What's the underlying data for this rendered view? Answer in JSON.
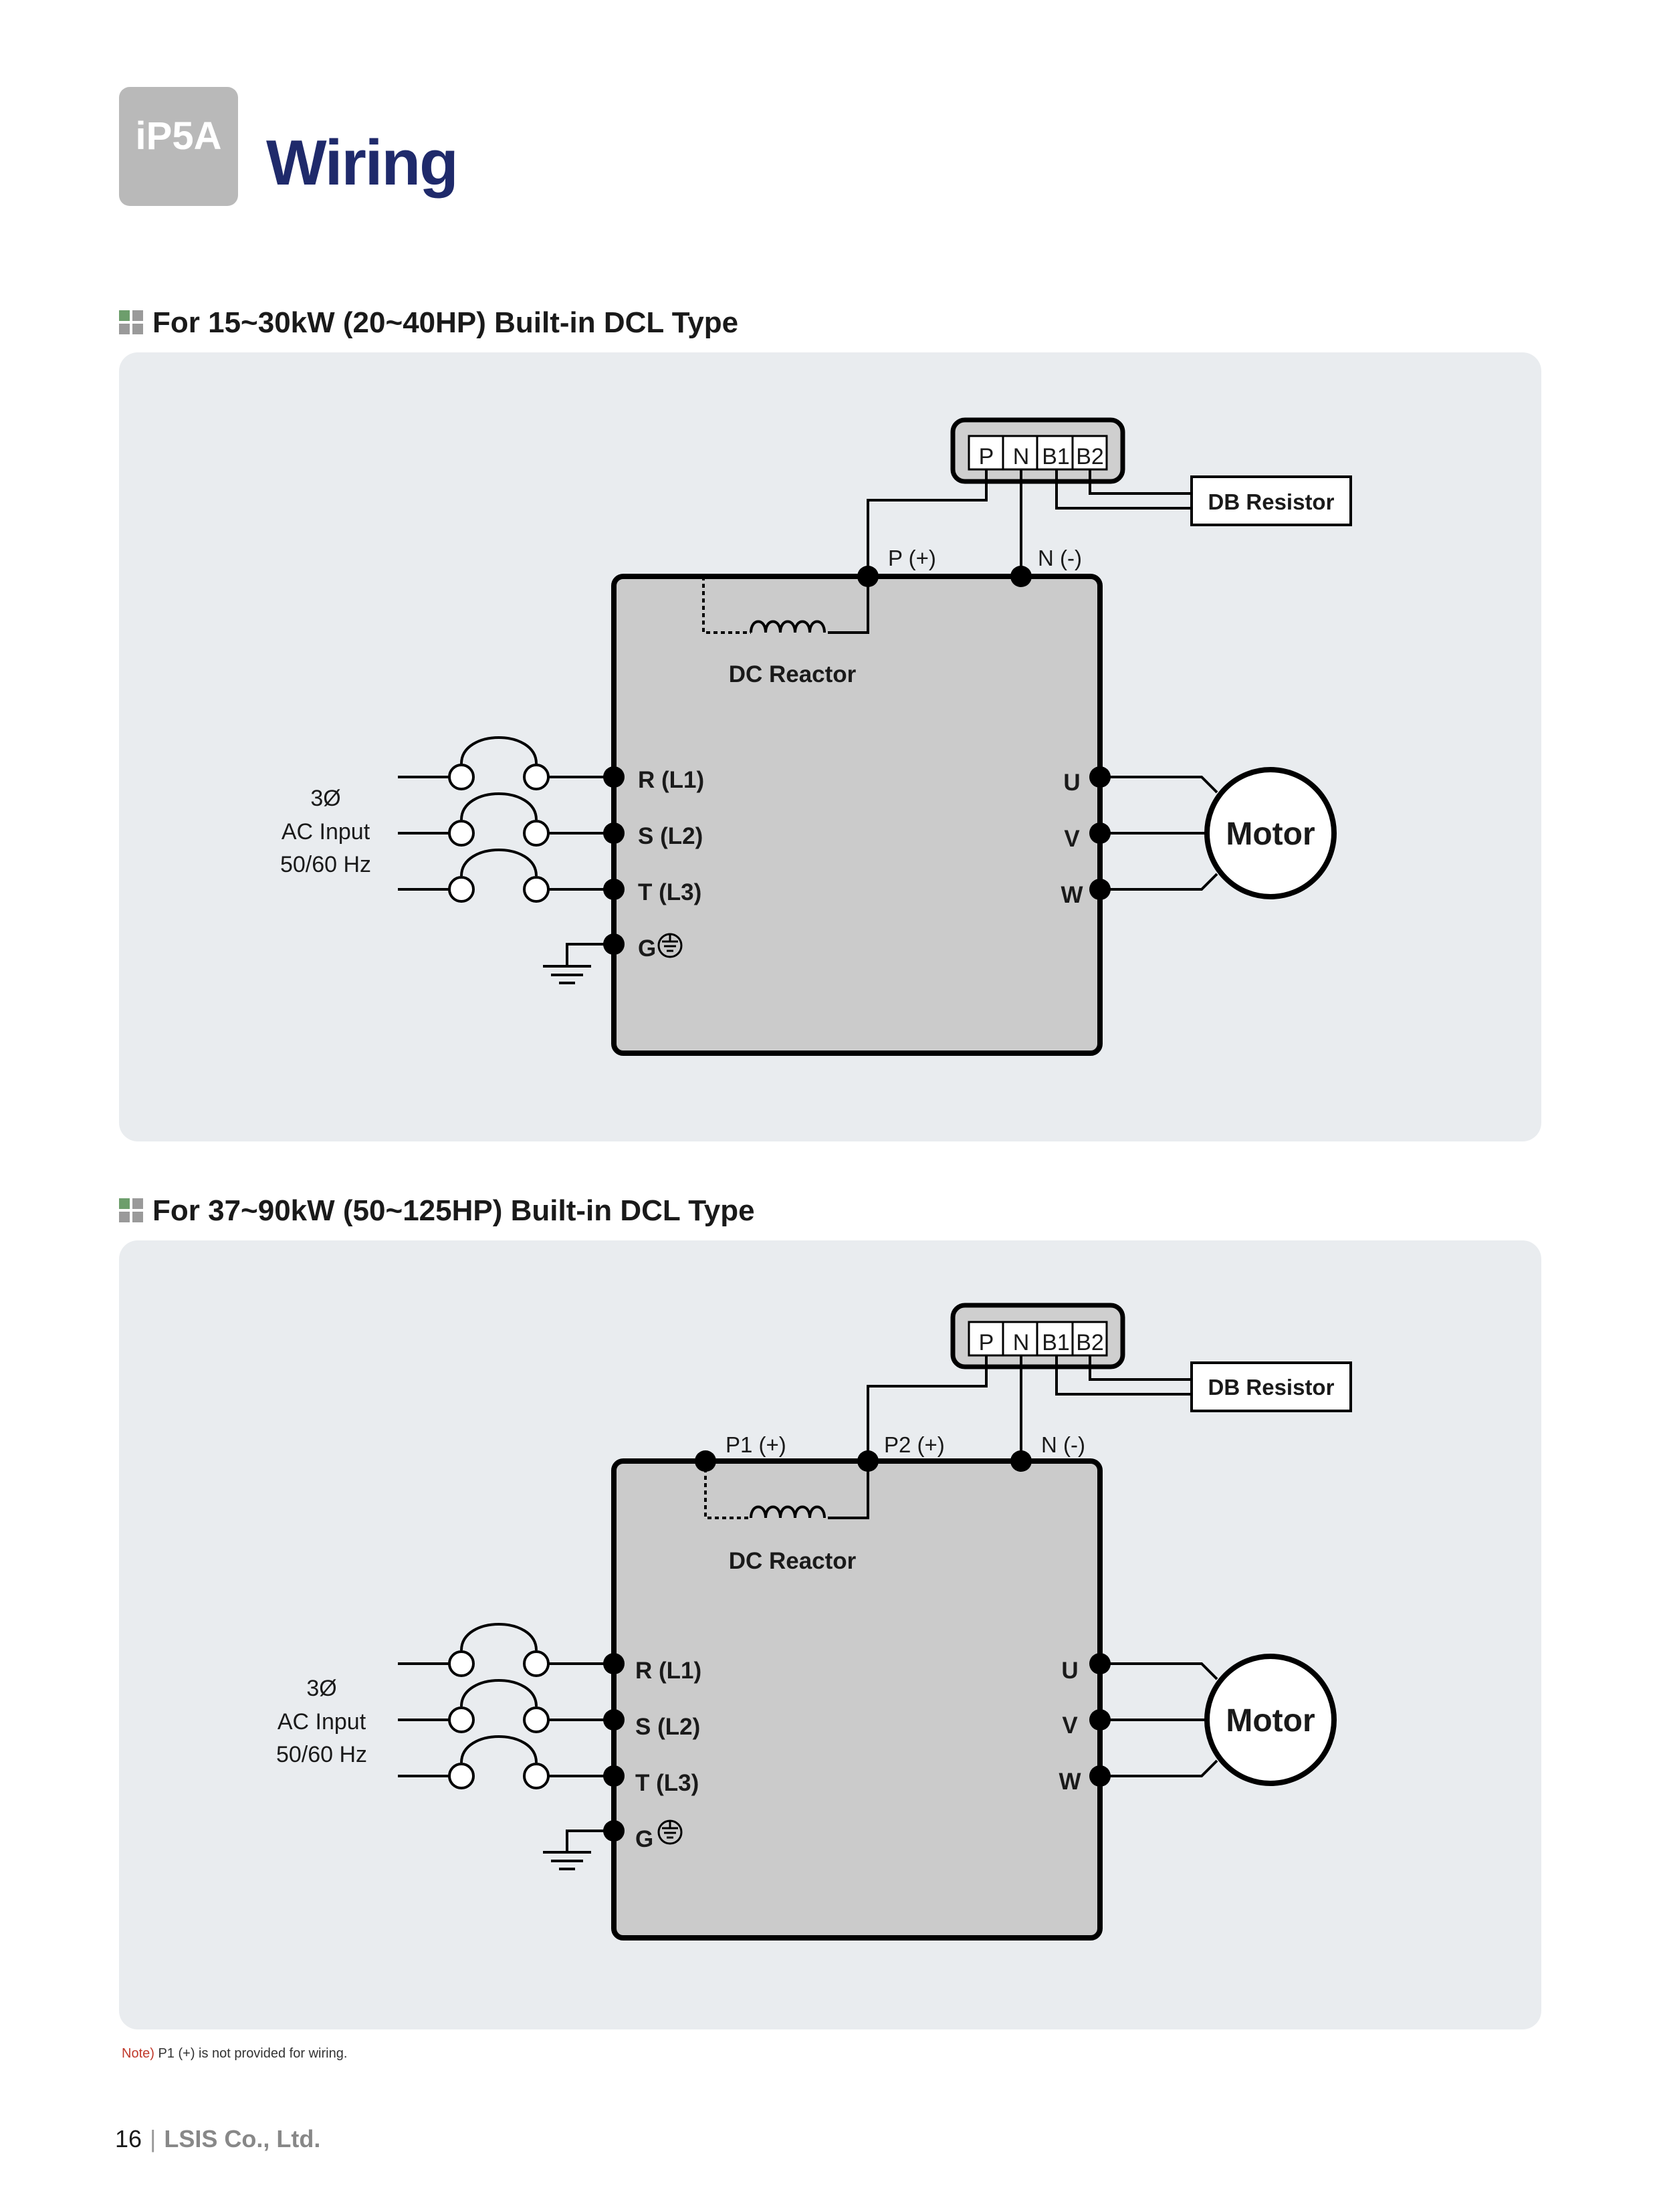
{
  "header": {
    "badge": "iP5A",
    "title": "Wiring"
  },
  "sections": [
    {
      "heading": "For 15~30kW (20~40HP) Built-in DCL Type",
      "terminal_block": [
        "P",
        "N",
        "B1",
        "B2"
      ],
      "db_resistor": "DB Resistor",
      "bus_labels": {
        "p": "P (+)",
        "n": "N (-)"
      },
      "dc_reactor": "DC Reactor",
      "input": [
        "3Ø",
        "AC Input",
        "50/60 Hz"
      ],
      "input_terminals": [
        "R (L1)",
        "S (L2)",
        "T (L3)",
        "G"
      ],
      "output_terminals": [
        "U",
        "V",
        "W"
      ],
      "motor": "Motor"
    },
    {
      "heading": "For 37~90kW (50~125HP) Built-in DCL Type",
      "terminal_block": [
        "P",
        "N",
        "B1",
        "B2"
      ],
      "db_resistor": "DB Resistor",
      "bus_labels": {
        "p1": "P1 (+)",
        "p2": "P2 (+)",
        "n": "N (-)"
      },
      "dc_reactor": "DC Reactor",
      "input": [
        "3Ø",
        "AC Input",
        "50/60 Hz"
      ],
      "input_terminals": [
        "R (L1)",
        "S (L2)",
        "T (L3)",
        "G"
      ],
      "output_terminals": [
        "U",
        "V",
        "W"
      ],
      "motor": "Motor"
    }
  ],
  "note": {
    "prefix": "Note)",
    "text": "P1 (+) is not provided for wiring."
  },
  "footer": {
    "page": "16",
    "company": "LSIS Co., Ltd."
  },
  "colors": {
    "title": "#1f2a6b",
    "panel": "#e9ecef",
    "drive_body": "#cbcbcb",
    "badge": "#b9b9b9"
  }
}
